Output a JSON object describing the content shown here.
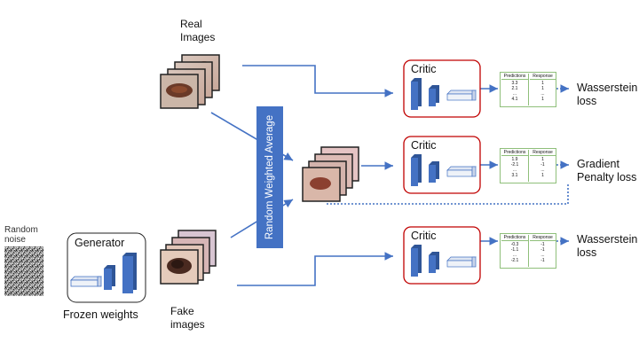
{
  "labels": {
    "real_images": "Real\nImages",
    "fake_images": "Fake\nimages",
    "random_noise": "Random\nnoise",
    "frozen_weights": "Frozen weights",
    "generator": "Generator",
    "random_weighted_average": "Random Weighted Average"
  },
  "critics": [
    {
      "title": "Critic",
      "loss": "Wasserstein\nloss",
      "table": {
        "headers": [
          "Predictions",
          "Response"
        ],
        "predictions": [
          "3.3",
          "2.1",
          "...",
          "4.1"
        ],
        "responses": [
          "1",
          "1",
          "...",
          "1"
        ]
      }
    },
    {
      "title": "Critic",
      "loss": "Gradient\nPenalty loss",
      "table": {
        "headers": [
          "Predictions",
          "Response"
        ],
        "predictions": [
          "1.9",
          "-2.1",
          "...",
          "3.1"
        ],
        "responses": [
          "1",
          "-1",
          "...",
          "1"
        ]
      }
    },
    {
      "title": "Critic",
      "loss": "Wasserstein\nloss",
      "table": {
        "headers": [
          "Predictions",
          "Response"
        ],
        "predictions": [
          "-0.3",
          "-1.1",
          "...",
          "-2.1"
        ],
        "responses": [
          "-1",
          "-1",
          "...",
          "-1"
        ]
      }
    }
  ],
  "colors": {
    "arrow": "#4472c4",
    "critic_border": "#c00000",
    "table_border": "#8fbf7a",
    "layer_fill": "#4472c4"
  }
}
